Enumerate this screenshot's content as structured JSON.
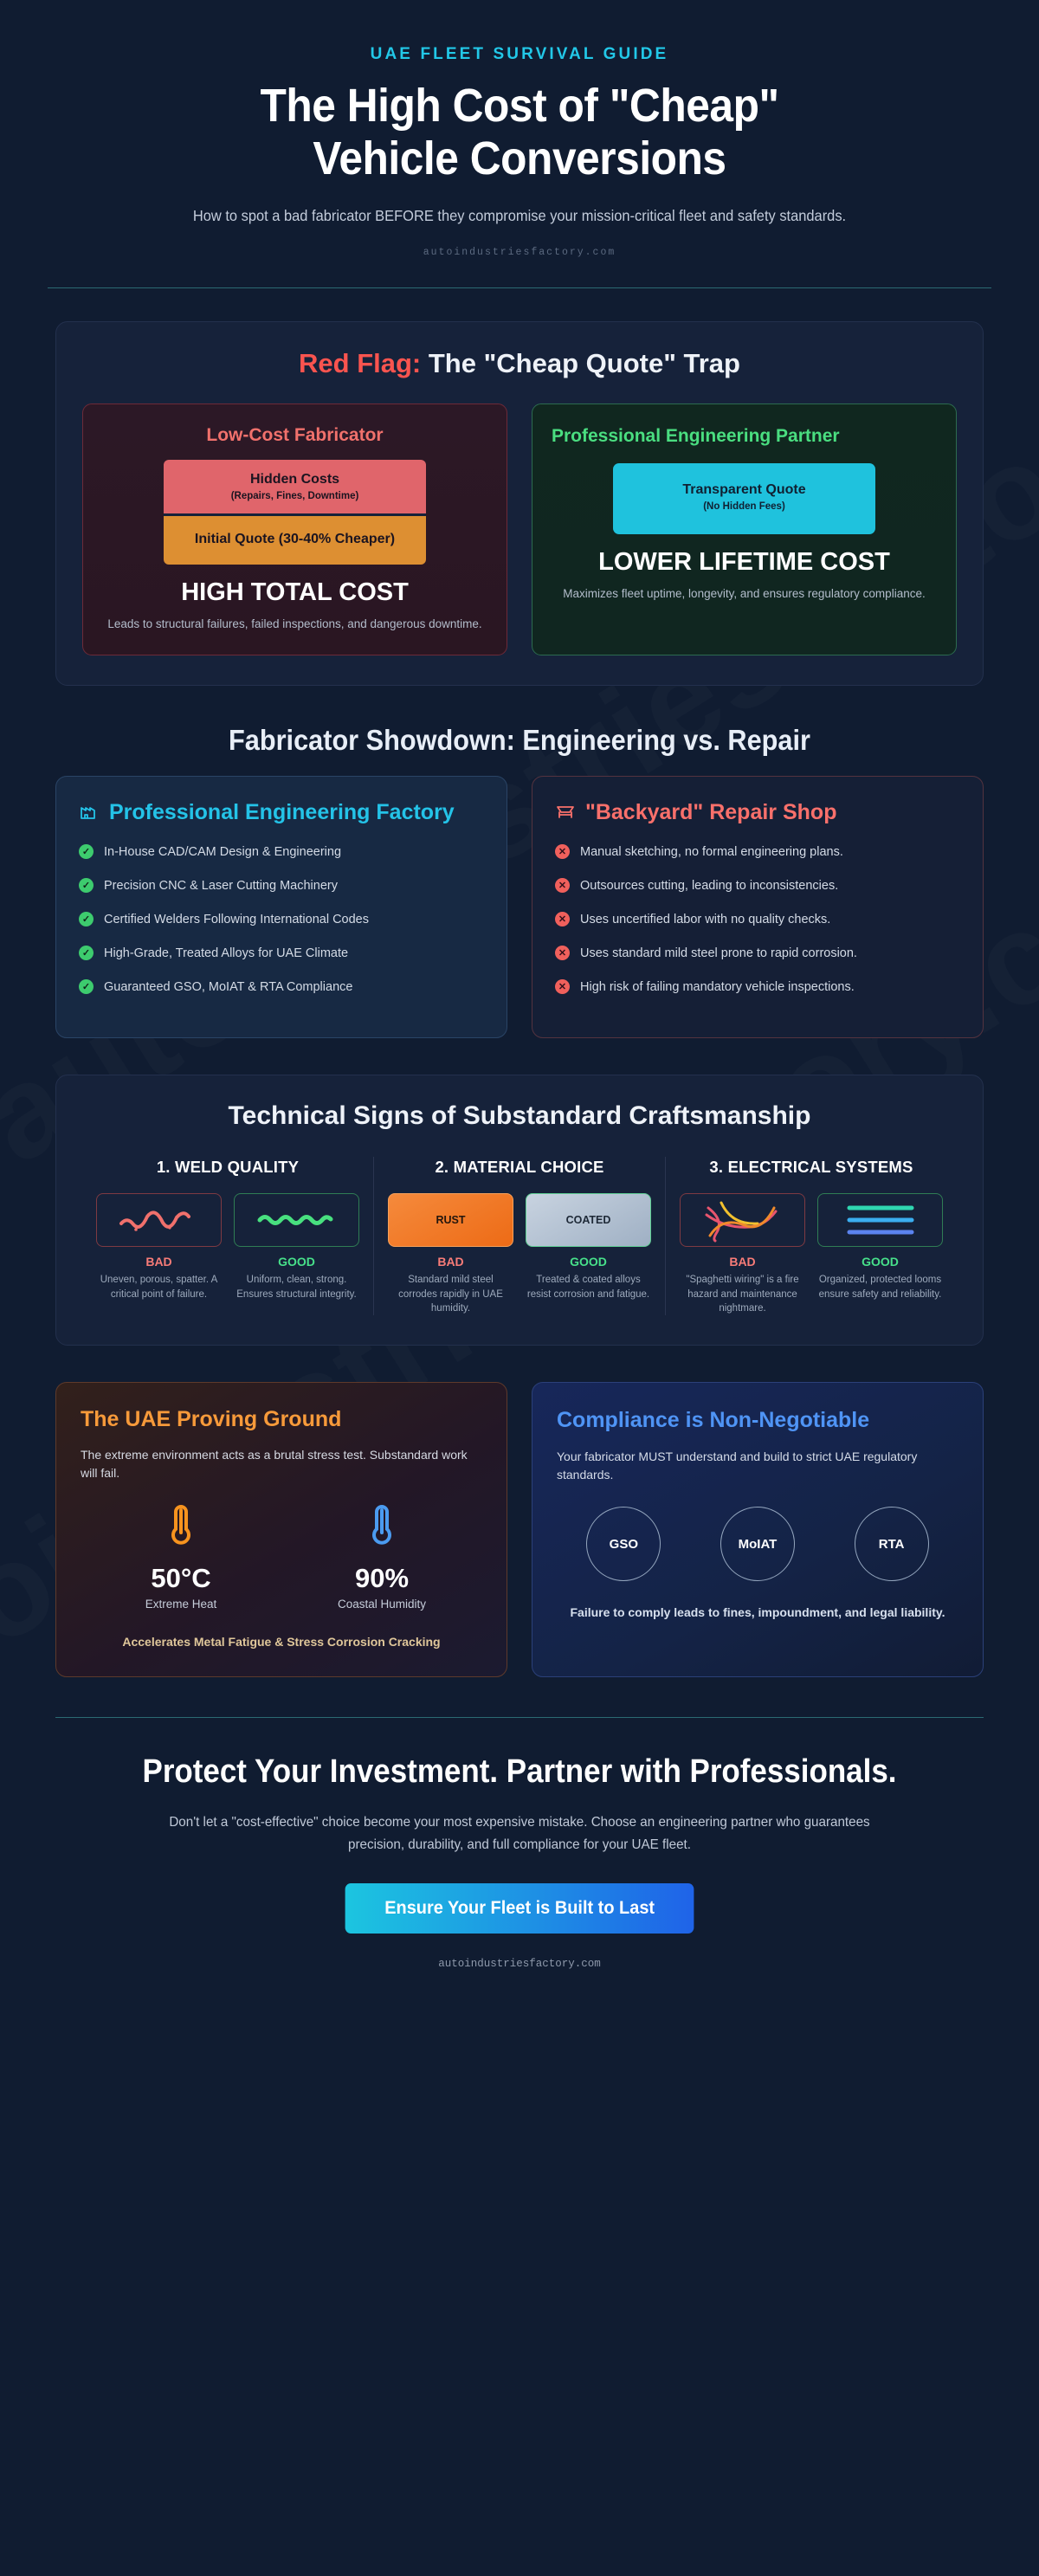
{
  "header": {
    "eyebrow": "UAE FLEET SURVIVAL GUIDE",
    "headline_line1": "The High Cost of \"Cheap\"",
    "headline_line2": "Vehicle Conversions",
    "subhead": "How to spot a bad fabricator BEFORE they compromise your mission-critical fleet and safety standards.",
    "brand": "autoindustriesfactory.com"
  },
  "watermark": "autoindustriesfactory.com",
  "red_flag": {
    "title_accent": "Red Flag:",
    "title_rest": " The \"Cheap Quote\" Trap",
    "bad_card": {
      "title": "Low-Cost Fabricator",
      "bar_top_main": "Hidden Costs",
      "bar_top_sub": "(Repairs, Fines, Downtime)",
      "bar_bottom_main": "Initial Quote (30-40% Cheaper)",
      "total": "HIGH TOTAL COST",
      "note": "Leads to structural failures, failed inspections, and dangerous downtime."
    },
    "good_card": {
      "title": "Professional Engineering Partner",
      "quote_main": "Transparent Quote",
      "quote_sub": "(No Hidden Fees)",
      "total": "LOWER LIFETIME COST",
      "note": "Maximizes fleet uptime, longevity, and ensures regulatory compliance."
    }
  },
  "showdown": {
    "section_title": "Fabricator Showdown: Engineering vs. Repair",
    "pro": {
      "title": "Professional Engineering Factory",
      "icon": "factory-icon",
      "items": [
        "In-House CAD/CAM Design & Engineering",
        "Precision CNC & Laser Cutting Machinery",
        "Certified Welders Following International Codes",
        "High-Grade, Treated Alloys for UAE Climate",
        "Guaranteed GSO, MoIAT & RTA Compliance"
      ]
    },
    "backyard": {
      "title": "\"Backyard\" Repair Shop",
      "icon": "workbench-icon",
      "items": [
        "Manual sketching, no formal engineering plans.",
        "Outsources cutting, leading to inconsistencies.",
        "Uses uncertified labor with no quality checks.",
        "Uses standard mild steel prone to rapid corrosion.",
        "High risk of failing mandatory vehicle inspections."
      ]
    }
  },
  "technical": {
    "section_title": "Technical Signs of Substandard Craftsmanship",
    "columns": [
      {
        "title": "1. WELD QUALITY",
        "bad": {
          "verdict": "BAD",
          "desc": "Uneven, porous, spatter. A critical point of failure.",
          "visual": "bad-weld-bead"
        },
        "good": {
          "verdict": "GOOD",
          "desc": "Uniform, clean, strong. Ensures structural integrity.",
          "visual": "good-weld-bead"
        }
      },
      {
        "title": "2. MATERIAL CHOICE",
        "bad": {
          "verdict": "BAD",
          "label": "RUST",
          "desc": "Standard mild steel corrodes rapidly in UAE humidity.",
          "visual": "rust-chip"
        },
        "good": {
          "verdict": "GOOD",
          "label": "COATED",
          "desc": "Treated & coated alloys resist corrosion and fatigue.",
          "visual": "coated-chip"
        }
      },
      {
        "title": "3. ELECTRICAL SYSTEMS",
        "bad": {
          "verdict": "BAD",
          "desc": "\"Spaghetti wiring\" is a fire hazard and maintenance nightmare.",
          "visual": "tangled-wires"
        },
        "good": {
          "verdict": "GOOD",
          "desc": "Organized, protected looms ensure safety and reliability.",
          "visual": "neat-loom"
        }
      }
    ]
  },
  "environment": {
    "title": "The UAE Proving Ground",
    "text": "The extreme environment acts as a brutal stress test. Substandard work will fail.",
    "stats": [
      {
        "icon": "thermometer-hot-icon",
        "value": "50°C",
        "label": "Extreme Heat",
        "color": "#f7931e"
      },
      {
        "icon": "thermometer-humidity-icon",
        "value": "90%",
        "label": "Coastal Humidity",
        "color": "#4b9bf0"
      }
    ],
    "footer": "Accelerates Metal Fatigue & Stress Corrosion Cracking"
  },
  "compliance": {
    "title": "Compliance is Non-Negotiable",
    "text": "Your fabricator MUST understand and build to strict UAE regulatory standards.",
    "badges": [
      "GSO",
      "MoIAT",
      "RTA"
    ],
    "footer": "Failure to comply leads to fines, impoundment, and legal liability."
  },
  "footer": {
    "title": "Protect Your Investment. Partner with Professionals.",
    "text": "Don't let a \"cost-effective\" choice become your most expensive mistake. Choose an engineering partner who guarantees precision, durability, and full compliance for your UAE fleet.",
    "cta": "Ensure Your Fleet is Built to Last",
    "brand": "autoindustriesfactory.com"
  },
  "colors": {
    "background": "#101c31",
    "accent_cyan": "#22c8e8",
    "accent_red": "#f9544f",
    "accent_green": "#4ade80",
    "accent_orange": "#f7931e",
    "accent_blue": "#4f94f5"
  }
}
